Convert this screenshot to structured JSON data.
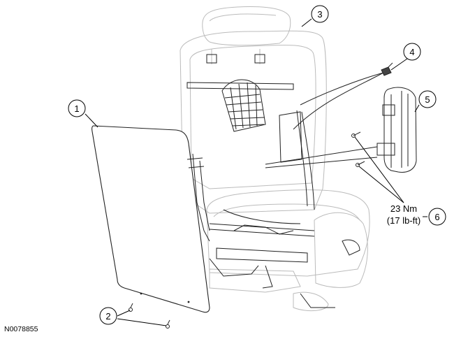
{
  "diagram": {
    "reference_code": "N0078855",
    "callouts": [
      {
        "id": "callout-1",
        "label": "1"
      },
      {
        "id": "callout-2",
        "label": "2"
      },
      {
        "id": "callout-3",
        "label": "3"
      },
      {
        "id": "callout-4",
        "label": "4"
      },
      {
        "id": "callout-5",
        "label": "5"
      },
      {
        "id": "callout-6",
        "label": "6"
      }
    ],
    "torque": {
      "metric": "23 Nm",
      "imperial": "(17 lb-ft)"
    }
  }
}
